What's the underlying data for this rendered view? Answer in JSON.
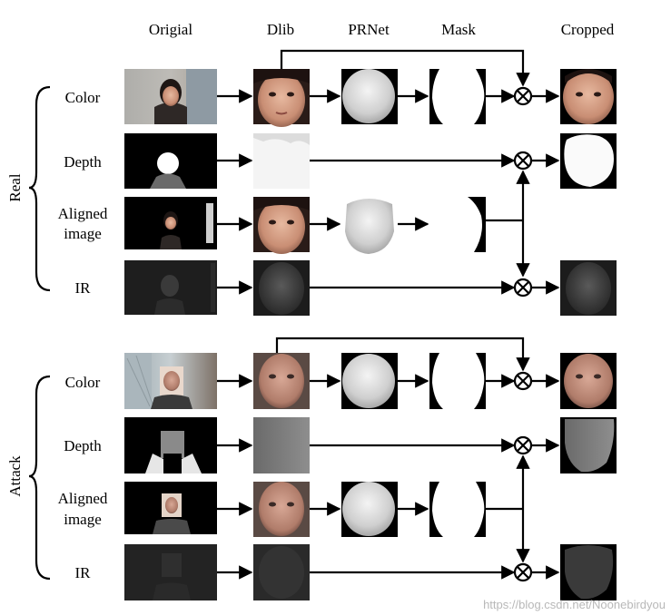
{
  "columns": {
    "original": "Origial",
    "dlib": "Dlib",
    "prnet": "PRNet",
    "mask": "Mask",
    "cropped": "Cropped"
  },
  "groups": {
    "real": "Real",
    "attack": "Attack"
  },
  "rows": {
    "color": "Color",
    "depth": "Depth",
    "aligned_line1": "Aligned",
    "aligned_line2": "image",
    "ir": "IR"
  },
  "watermark": "https://blog.csdn.net/Noonebirdyou",
  "operator_icon": "circled-times-icon"
}
